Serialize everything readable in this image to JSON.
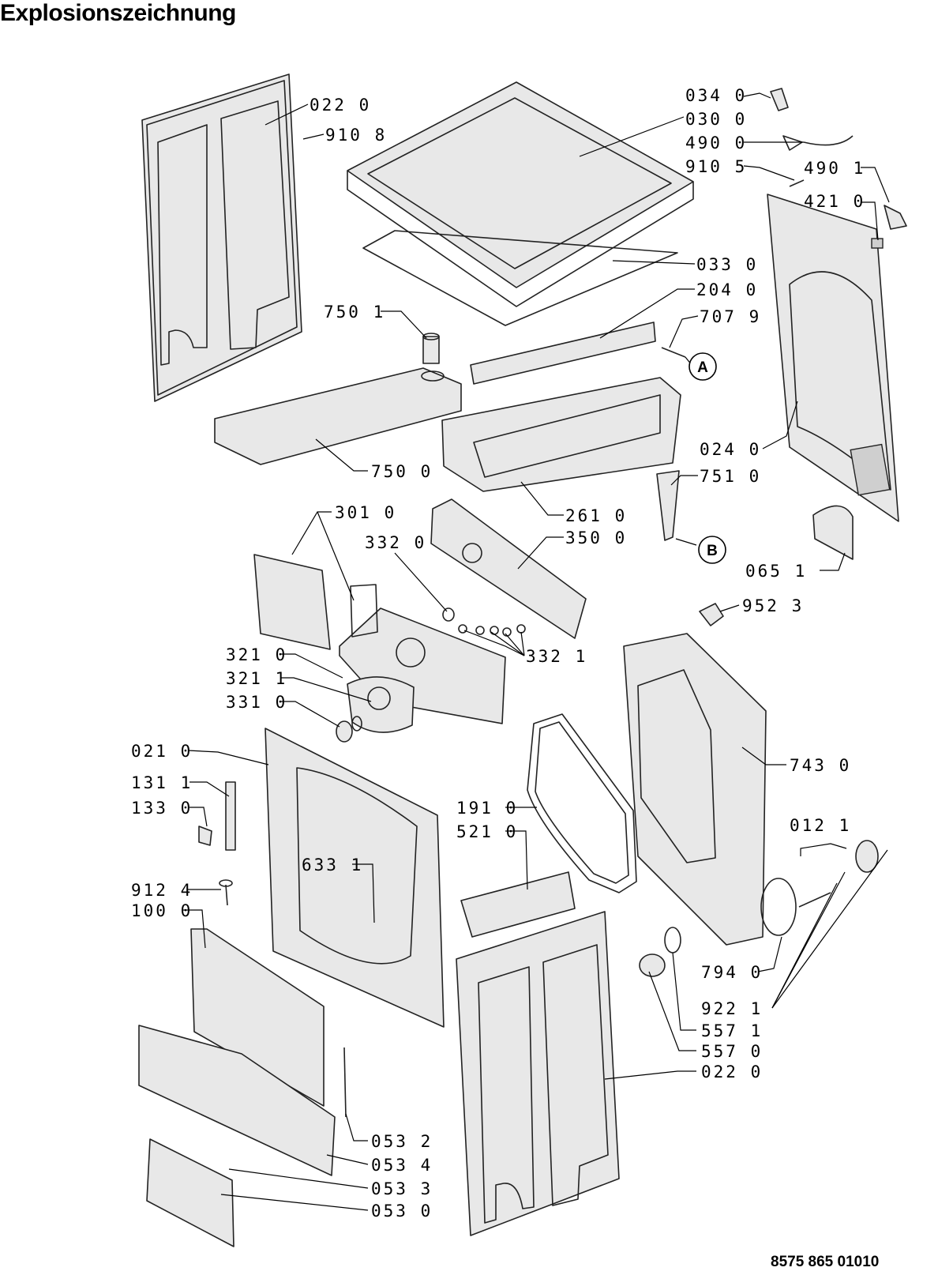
{
  "title": "Explosionszeichnung",
  "document_number": "8575 865 01010",
  "callouts": [
    {
      "id": "c0220a",
      "text": "022 0"
    },
    {
      "id": "c9108",
      "text": "910 8"
    },
    {
      "id": "c0340",
      "text": "034 0"
    },
    {
      "id": "c0300",
      "text": "030 0"
    },
    {
      "id": "c4900",
      "text": "490 0"
    },
    {
      "id": "c9105",
      "text": "910 5"
    },
    {
      "id": "c4901",
      "text": "490 1"
    },
    {
      "id": "c4210",
      "text": "421 0"
    },
    {
      "id": "c0330",
      "text": "033 0"
    },
    {
      "id": "c2040",
      "text": "204 0"
    },
    {
      "id": "c7501",
      "text": "750 1"
    },
    {
      "id": "c7079",
      "text": "707 9"
    },
    {
      "id": "c0240",
      "text": "024 0"
    },
    {
      "id": "c7500",
      "text": "750 0"
    },
    {
      "id": "c7510",
      "text": "751 0"
    },
    {
      "id": "c3010",
      "text": "301 0"
    },
    {
      "id": "c2610",
      "text": "261 0"
    },
    {
      "id": "c3320",
      "text": "332 0"
    },
    {
      "id": "c3500",
      "text": "350 0"
    },
    {
      "id": "c0651",
      "text": "065 1"
    },
    {
      "id": "c9523",
      "text": "952 3"
    },
    {
      "id": "c3210",
      "text": "321 0"
    },
    {
      "id": "c3321",
      "text": "332 1"
    },
    {
      "id": "c3211",
      "text": "321 1"
    },
    {
      "id": "c3310",
      "text": "331 0"
    },
    {
      "id": "c0210",
      "text": "021 0"
    },
    {
      "id": "c7430",
      "text": "743 0"
    },
    {
      "id": "c1311",
      "text": "131 1"
    },
    {
      "id": "c1330",
      "text": "133 0"
    },
    {
      "id": "c1910",
      "text": "191 0"
    },
    {
      "id": "c5210",
      "text": "521 0"
    },
    {
      "id": "c0121",
      "text": "012 1"
    },
    {
      "id": "c6331",
      "text": "633 1"
    },
    {
      "id": "c9124",
      "text": "912 4"
    },
    {
      "id": "c1000",
      "text": "100 0"
    },
    {
      "id": "c7940",
      "text": "794 0"
    },
    {
      "id": "c9221",
      "text": "922 1"
    },
    {
      "id": "c5571",
      "text": "557 1"
    },
    {
      "id": "c5570",
      "text": "557 0"
    },
    {
      "id": "c0220b",
      "text": "022 0"
    },
    {
      "id": "c0532",
      "text": "053 2"
    },
    {
      "id": "c0534",
      "text": "053 4"
    },
    {
      "id": "c0533",
      "text": "053 3"
    },
    {
      "id": "c0530",
      "text": "053 0"
    }
  ],
  "reference_markers": {
    "a": "A",
    "b": "B"
  }
}
